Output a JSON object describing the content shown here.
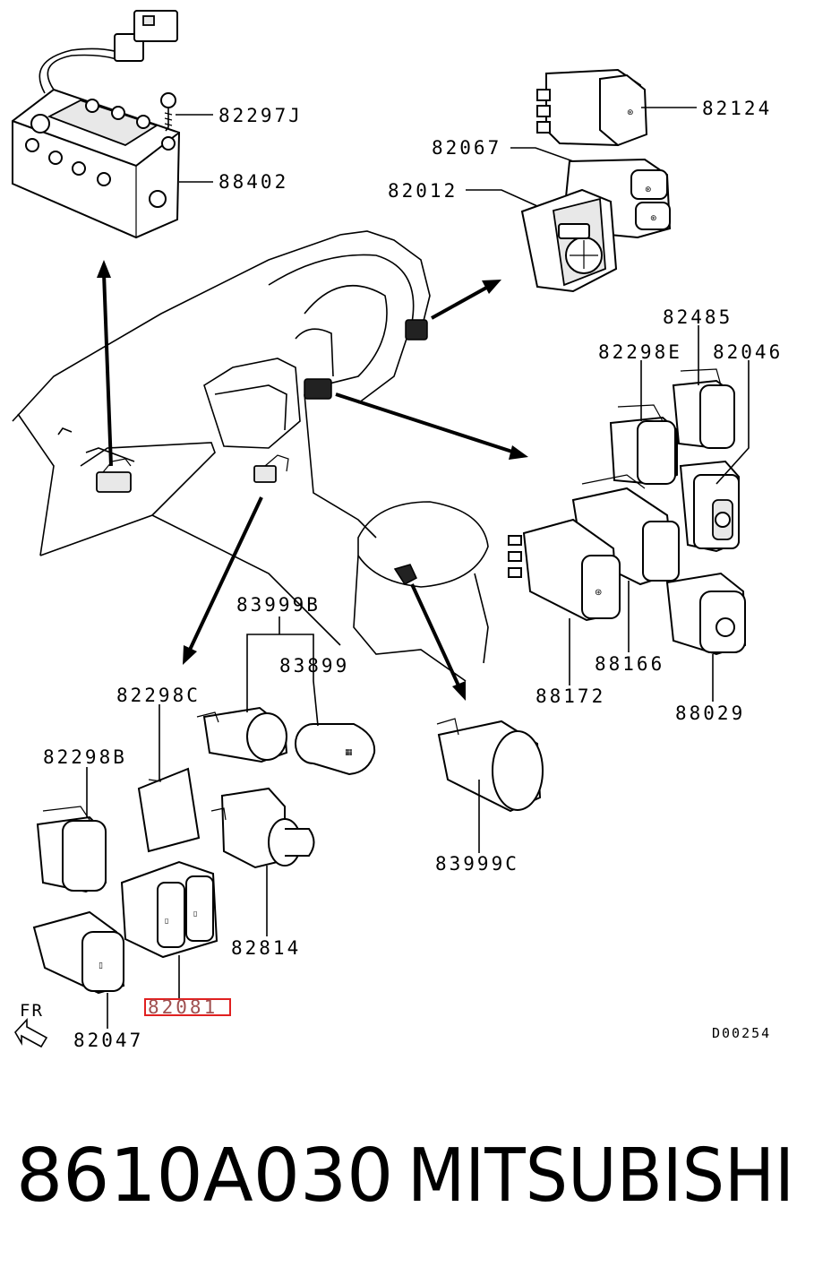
{
  "diagram": {
    "part_labels": {
      "p82297J": "82297J",
      "p88402": "88402",
      "p82124": "82124",
      "p82067": "82067",
      "p82012": "82012",
      "p82485": "82485",
      "p82298E": "82298E",
      "p82046": "82046",
      "p83999B": "83999B",
      "p83899": "83899",
      "p82298C": "82298C",
      "p82298B": "82298B",
      "p88166": "88166",
      "p88172": "88172",
      "p88029": "88029",
      "p83999C": "83999C",
      "p82814": "82814",
      "p82081": "82081",
      "p82047": "82047"
    },
    "fr_label": "FR",
    "diagram_code": "D00254",
    "highlight_color": "#e02020"
  },
  "caption": {
    "part_number": "8610A030",
    "brand": "MITSUBISHI"
  }
}
